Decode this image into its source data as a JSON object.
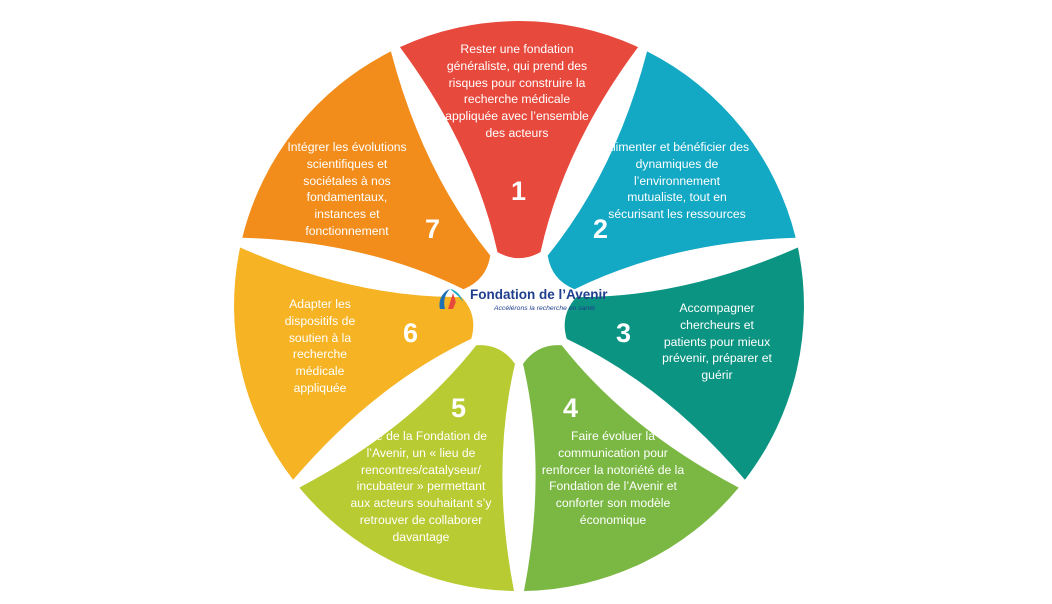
{
  "logo": {
    "name": "Fondation de l’Avenir",
    "tagline": "Accélérons la recherche en santé"
  },
  "segments": [
    {
      "number": "1",
      "color": "#e8493d",
      "text": "Rester une fondation généraliste, qui prend des risques pour construire la recherche médicale appliquée avec l’ensemble des acteurs"
    },
    {
      "number": "2",
      "color": "#13a8c4",
      "text": "Alimenter et bénéficier des dynamiques de l’environnement mutualiste, tout en sécurisant les ressources"
    },
    {
      "number": "3",
      "color": "#0b9482",
      "text": "Accompagner chercheurs et patients pour mieux prévenir, préparer et guérir"
    },
    {
      "number": "4",
      "color": "#7ab843",
      "text": "Faire évoluer la communication pour renforcer la notoriété de la Fondation de l’Avenir et conforter son modèle économique"
    },
    {
      "number": "5",
      "color": "#b9cb33",
      "text": "Faire de la Fondation de l’Avenir, un « lieu de rencontres/catalyseur/ incubateur » permettant aux acteurs souhaitant s’y retrouver de collaborer davantage"
    },
    {
      "number": "6",
      "color": "#f6b323",
      "text": "Adapter les dispositifs de soutien à la recherche médicale appliquée"
    },
    {
      "number": "7",
      "color": "#f28d1b",
      "text": "Intégrer les évolutions scientifiques et sociétales à nos fondamentaux, instances et fonctionnement"
    }
  ]
}
